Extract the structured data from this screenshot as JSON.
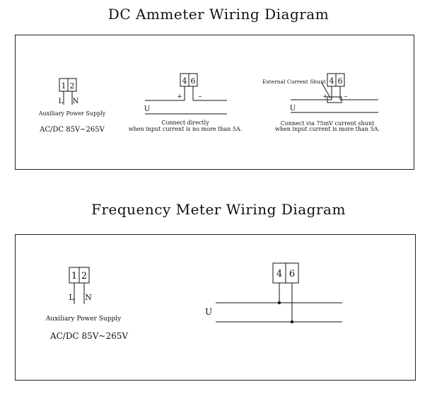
{
  "dc": {
    "title": "DC Ammeter Wiring Diagram",
    "aux": {
      "terminal_a": "1",
      "terminal_b": "2",
      "label_l": "L",
      "label_n": "N",
      "caption": "Auxiliary Power Supply",
      "voltage": "AC/DC 85V~265V"
    },
    "direct": {
      "terminal_a": "4",
      "terminal_b": "6",
      "plus": "+",
      "minus": "–",
      "u_label": "U",
      "caption_line1": "Connect directly",
      "caption_line2": "when input current is no more than 5A."
    },
    "shunt": {
      "external_label": "External Current Shunt",
      "terminal_a": "4",
      "terminal_b": "6",
      "plus": "+",
      "minus": "–",
      "u_label": "U",
      "caption_line1": "Connect via 75mV current shunt",
      "caption_line2": "when input current is more than 5A."
    }
  },
  "freq": {
    "title": "Frequency Meter Wiring Diagram",
    "aux": {
      "terminal_a": "1",
      "terminal_b": "2",
      "label_l": "L",
      "label_n": "N",
      "caption": "Auxiliary Power Supply",
      "voltage": "AC/DC 85V~265V"
    },
    "input": {
      "terminal_a": "4",
      "terminal_b": "6",
      "u_label": "U"
    }
  }
}
